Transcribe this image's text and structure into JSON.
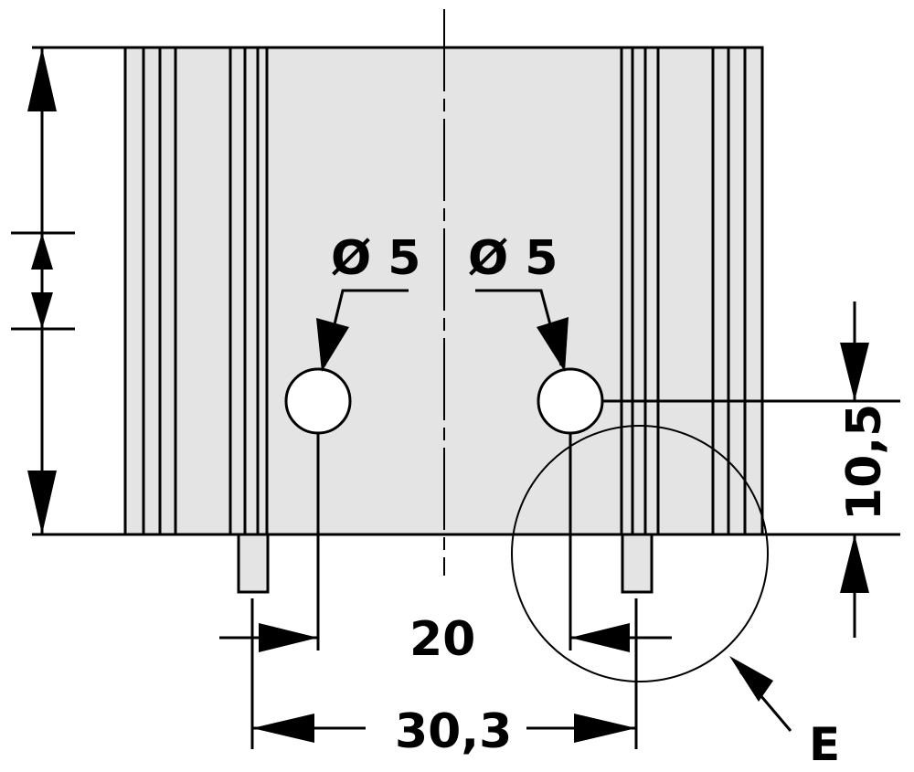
{
  "labels": {
    "hole_left": "Ø 5",
    "hole_right": "Ø 5",
    "pin_spacing": "20",
    "width": "30,3",
    "height_offset": "10,5",
    "detail": "E"
  },
  "colors": {
    "body_fill": "#e4e4e4",
    "line": "#000000",
    "background": "#ffffff"
  }
}
